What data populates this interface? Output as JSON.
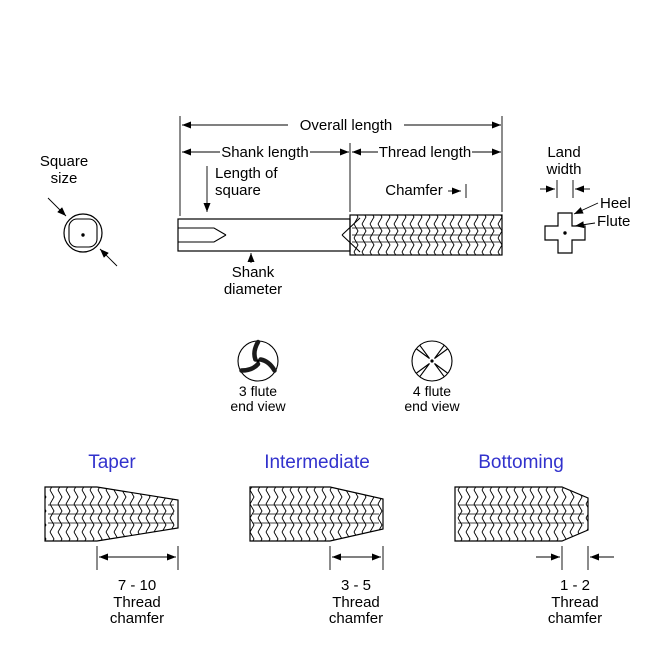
{
  "colors": {
    "heading_blue": "#3232cd",
    "line": "#000000",
    "background": "#ffffff"
  },
  "top_diagram": {
    "overall_length_label": "Overall length",
    "shank_length_label": "Shank length",
    "thread_length_label": "Thread length",
    "length_of_square_line1": "Length of",
    "length_of_square_line2": "square",
    "chamfer_label": "Chamfer",
    "square_size_line1": "Square",
    "square_size_line2": "size",
    "land_width_line1": "Land",
    "land_width_line2": "width",
    "heel_label": "Heel",
    "flute_label": "Flute",
    "shank_diameter_line1": "Shank",
    "shank_diameter_line2": "diameter"
  },
  "end_views": {
    "three_flute_line1": "3 flute",
    "three_flute_line2": "end view",
    "four_flute_line1": "4 flute",
    "four_flute_line2": "end view"
  },
  "tap_types": [
    {
      "name": "Taper",
      "chamfer_range": "7 - 10",
      "chamfer_label_line1": "Thread",
      "chamfer_label_line2": "chamfer"
    },
    {
      "name": "Intermediate",
      "chamfer_range": "3 - 5",
      "chamfer_label_line1": "Thread",
      "chamfer_label_line2": "chamfer"
    },
    {
      "name": "Bottoming",
      "chamfer_range": "1 - 2",
      "chamfer_label_line1": "Thread",
      "chamfer_label_line2": "chamfer"
    }
  ]
}
